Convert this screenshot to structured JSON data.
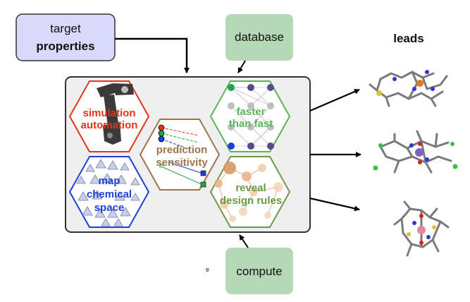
{
  "inputs": {
    "target_line1": "target",
    "target_line2": "properties",
    "database": "database",
    "compute": "compute"
  },
  "hexagons": {
    "simulation": {
      "line1": "simulation",
      "line2": "automation"
    },
    "faster": {
      "line1": "faster",
      "line2": "than fast"
    },
    "prediction": {
      "line1": "prediction",
      "line2": "sensitivity"
    },
    "map": {
      "line1": "map",
      "line2": "chemical",
      "line3": "space"
    },
    "reveal": {
      "line1": "reveal",
      "line2": "design rules"
    }
  },
  "outputs": {
    "leads": "leads"
  },
  "stray_mark": "e",
  "colors": {
    "simulation": "#e8321c",
    "faster": "#5ab55a",
    "prediction": "#a0744a",
    "map": "#1f3fd6",
    "reveal": "#6a9a48",
    "target_fill": "#d9d9fb",
    "green_box": "#b5d9b7",
    "panel": "#efefef"
  }
}
